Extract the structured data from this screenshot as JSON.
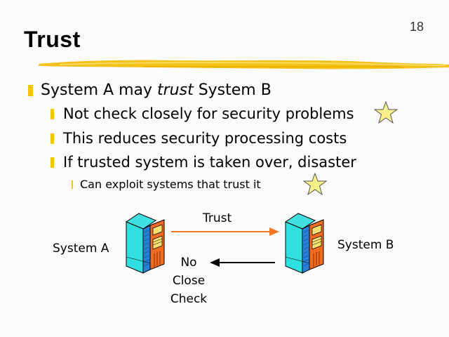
{
  "slide": {
    "number": "18",
    "title": "Trust",
    "accent_color": "#f5c400"
  },
  "bullets": [
    {
      "level": 1,
      "prefix": "System A may ",
      "emphasis": "trust",
      "suffix": " System B"
    },
    {
      "level": 2,
      "text": "Not check closely for security problems",
      "star": true
    },
    {
      "level": 2,
      "text": "This reduces security processing costs"
    },
    {
      "level": 2,
      "text": "If trusted system is taken over, disaster"
    },
    {
      "level": 3,
      "text": "Can exploit systems that trust it",
      "star": true
    }
  ],
  "diagram": {
    "system_a_label": "System A",
    "system_b_label": "System B",
    "trust_label": "Trust",
    "return_label_lines": [
      "No",
      "Close",
      "Check"
    ],
    "trust_arrow_color": "#f07820",
    "return_arrow_color": "#000000",
    "server_icon": "server-tower-icon"
  },
  "star_color": "#faf08c"
}
